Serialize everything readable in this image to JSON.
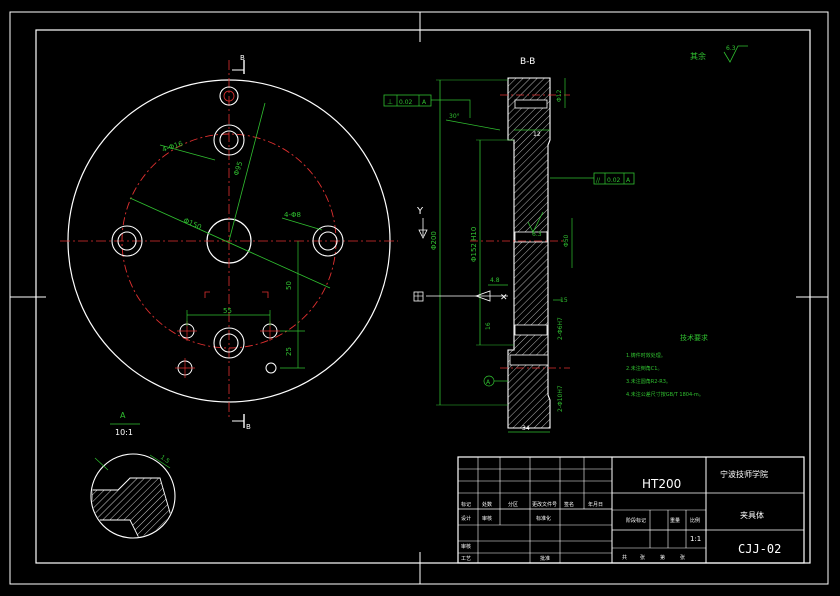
{
  "section_label": "B-B",
  "cut_marks": {
    "top": "B",
    "bottom": "B"
  },
  "detail": {
    "label": "A",
    "scale": "10:1"
  },
  "view_marker": "A",
  "direction_label": "Y",
  "roughness_note": {
    "text": "其余",
    "value": "6.3"
  },
  "dimensions": {
    "pcd": "Φ150",
    "hole4": "4-Φ16",
    "hole4b": "4-Φ8",
    "d95": "Φ95",
    "w55": "55",
    "h50": "50",
    "h25": "25",
    "d200": "Φ200",
    "d152": "Φ152 H10",
    "d12": "Φ12",
    "w12": "12",
    "d50": "Φ50",
    "t48": "4.8",
    "r16": "16",
    "r15": "15",
    "h6k": "2-Φ6H7",
    "h10k": "2-Φ10H7",
    "w34": "34",
    "c15": "1.5",
    "ra63": "6.3",
    "a30": "30°"
  },
  "tolerances": [
    {
      "symbol": "⊥",
      "value": "0.02",
      "datum": "A"
    },
    {
      "symbol": "//",
      "value": "0.02",
      "datum": "A"
    }
  ],
  "tech_req": {
    "title": "技术要求",
    "items": [
      "1.铸件时效处理。",
      "2.未注倒角C1。",
      "3.未注圆角R2-R3。",
      "4.未注公差尺寸按GB/T 1804-m。"
    ]
  },
  "title_block": {
    "material": "HT200",
    "school": "宁波技师学院",
    "part_name": "夹具体",
    "drawing_no": "CJJ-02",
    "scale": "1:1",
    "labels_row1": [
      "标记",
      "处数",
      "分区",
      "更改文件号",
      "签名",
      "年月日"
    ],
    "labels_row2": [
      "设计",
      "审核",
      "",
      "标准化",
      ""
    ],
    "stage_labels": [
      "阶段标记",
      "重量",
      "比例"
    ],
    "sheet_info": [
      "共",
      "张",
      "第",
      "张"
    ],
    "misc_labels": [
      "审核",
      "工艺",
      "批准"
    ]
  }
}
